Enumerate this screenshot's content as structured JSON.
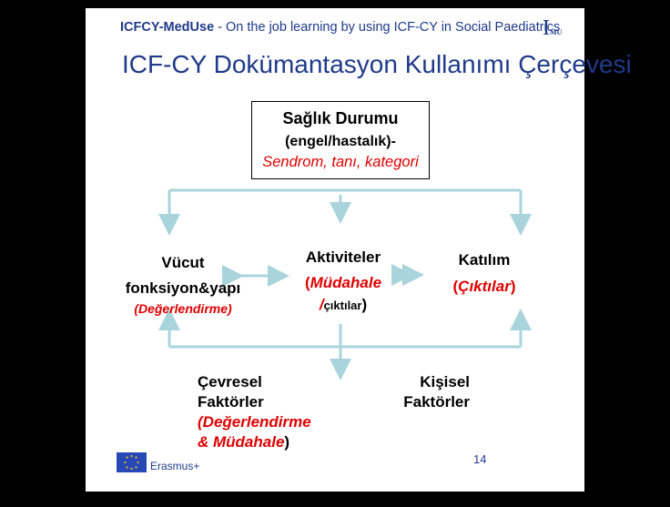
{
  "slide": {
    "header_bold": "ICFCY-MedUse",
    "header_rest": " - On the job learning by using ICF-CY in Social Paediatrics",
    "logo_letter": "I",
    "logo_sub": "MU",
    "title": "ICF-CY Dokümantasyon Kullanımı Çerçevesi",
    "page_number": "14",
    "footer_program": "Erasmus+"
  },
  "diagram": {
    "health": {
      "line1": "Sağlık Durumu",
      "line2": "(engel/hastalık)-",
      "line3": "Sendrom, tanı, kategori"
    },
    "body": {
      "line1": "Vücut",
      "line2": "fonksiyon&yapı",
      "line3": "(Değerlendirme)"
    },
    "activities": {
      "line1": "Aktiviteler",
      "line2_open": "(",
      "line2_red": "Müdahale",
      "line3_red": "/",
      "line3_small": "çıktılar",
      "line3_close": ")"
    },
    "participation": {
      "line1": "Katılım",
      "line2_open": "(",
      "line2_red": "Çıktılar",
      "line2_close": ")"
    },
    "environmental": {
      "line1": "Çevresel",
      "line2": "Faktörler",
      "line3": "(Değerlendirme",
      "line4_red": "& Müdahale",
      "line4_close": ")"
    },
    "personal": {
      "line1": "Kişisel",
      "line2": "Faktörler"
    }
  },
  "colors": {
    "header_blue": "#1f3a8a",
    "emphasis_red": "#e00000",
    "arrow_teal": "#a9d4dc"
  }
}
